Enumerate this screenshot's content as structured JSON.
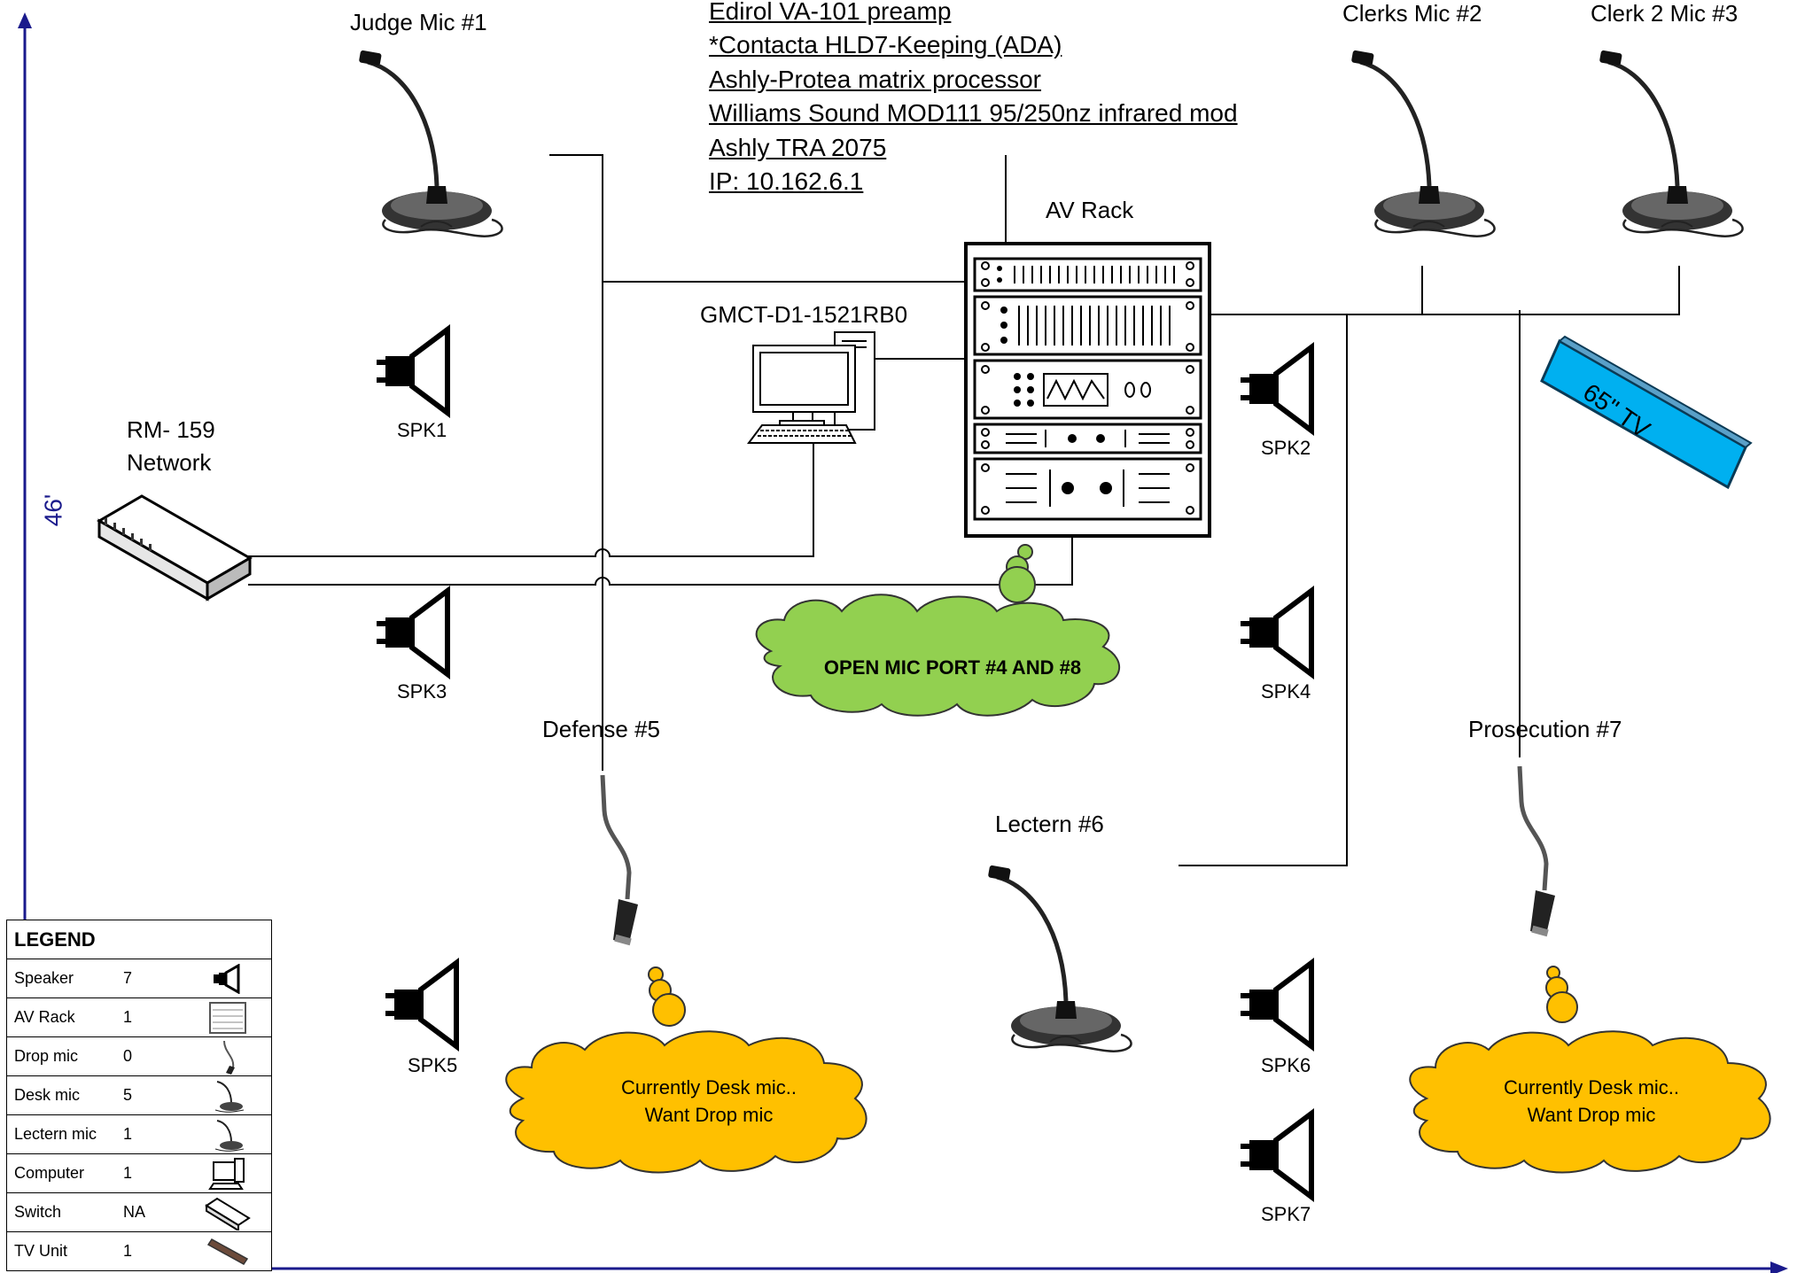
{
  "equipment_list": [
    "Edirol VA-101 preamp",
    "*Contacta HLD7-Keeping (ADA)",
    "Ashly-Protea matrix processor",
    "Williams Sound MOD111 95/250nz infrared mod",
    "Ashly TRA 2075",
    "IP: 10.162.6.1"
  ],
  "labels": {
    "judge_mic": "Judge Mic #1",
    "clerks_mic": "Clerks Mic #2",
    "clerk2_mic": "Clerk 2 Mic #3",
    "av_rack": "AV Rack",
    "computer": "GMCT-D1-1521RB0",
    "network_line1": "RM- 159",
    "network_line2": "Network",
    "defense": "Defense #5",
    "prosecution": "Prosecution #7",
    "lectern": "Lectern #6",
    "tv": "65\" TV",
    "axis_height": "46'"
  },
  "speakers": [
    "SPK1",
    "SPK2",
    "SPK3",
    "SPK4",
    "SPK5",
    "SPK6",
    "SPK7"
  ],
  "callouts": {
    "open_mic": "OPEN MIC PORT #4 AND #8",
    "defense_note_line1": "Currently Desk mic..",
    "defense_note_line2": "Want Drop mic",
    "prosecution_note_line1": "Currently Desk mic..",
    "prosecution_note_line2": "Want Drop mic"
  },
  "legend": {
    "title": "LEGEND",
    "rows": [
      {
        "item": "Speaker",
        "count": "7",
        "icon": "speaker-icon"
      },
      {
        "item": "AV Rack",
        "count": "1",
        "icon": "rack-icon"
      },
      {
        "item": "Drop mic",
        "count": "0",
        "icon": "drop-mic-icon"
      },
      {
        "item": "Desk mic",
        "count": "5",
        "icon": "desk-mic-icon"
      },
      {
        "item": "Lectern mic",
        "count": "1",
        "icon": "lectern-mic-icon"
      },
      {
        "item": "Computer",
        "count": "1",
        "icon": "computer-icon"
      },
      {
        "item": "Switch",
        "count": "NA",
        "icon": "switch-icon"
      },
      {
        "item": "TV Unit",
        "count": "1",
        "icon": "tv-icon"
      }
    ]
  },
  "colors": {
    "green_cloud": "#92d050",
    "orange_cloud": "#ffc000",
    "tv_blue": "#00b0f0",
    "axis": "#1a1a8c"
  }
}
